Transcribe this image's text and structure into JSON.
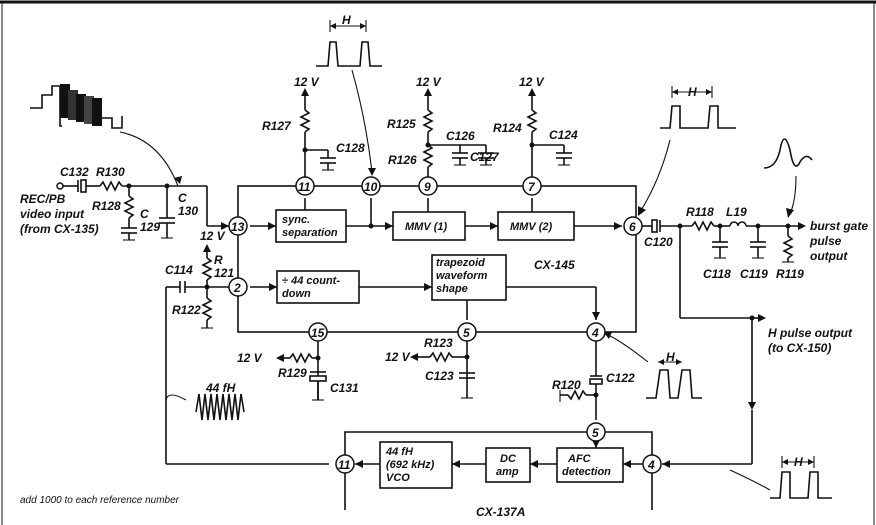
{
  "ics": {
    "cx145": "CX-145",
    "cx137a": "CX-137A"
  },
  "blocks": {
    "sync_separation": [
      "sync.",
      "separation"
    ],
    "mmv1": "MMV (1)",
    "mmv2": "MMV (2)",
    "countdown": [
      "÷ 44 count-",
      "down"
    ],
    "trapezoid": [
      "trapezoid",
      "waveform",
      "shape"
    ],
    "vco": [
      "44 fH",
      "(692 kHz)",
      "VCO"
    ],
    "dc_amp": [
      "DC",
      "amp"
    ],
    "afc": [
      "AFC",
      "detection"
    ]
  },
  "pins": {
    "p2": "2",
    "p4": "4",
    "p5": "5",
    "p6": "6",
    "p7": "7",
    "p9": "9",
    "p10": "10",
    "p11": "11",
    "p13": "13",
    "p15": "15",
    "b_p4": "4",
    "b_p5": "5",
    "b_p11": "11"
  },
  "components": {
    "r127": "R127",
    "c128": "C128",
    "r125": "R125",
    "r126": "R126",
    "c126": "C126",
    "c127": "C127",
    "r124": "R124",
    "c124": "C124",
    "c132": "C132",
    "r130": "R130",
    "r128": "R128",
    "c129_a": "C",
    "c129_b": "129",
    "c130_a": "C",
    "c130_b": "130",
    "r121_a": "R",
    "r121_b": "121",
    "c114": "C114",
    "r122": "R122",
    "c120": "C120",
    "r118": "R118",
    "l19": "L19",
    "c118": "C118",
    "c119": "C119",
    "r119": "R119",
    "r129": "R129",
    "c131": "C131",
    "r123": "R123",
    "c123": "C123",
    "r120": "R120",
    "c122": "C122"
  },
  "supplies": {
    "v127": "12 V",
    "v125": "12 V",
    "v124": "12 V",
    "v121": "12 V",
    "v129": "12 V",
    "v123": "12 V"
  },
  "labels": {
    "video_input": [
      "REC/PB",
      "video input",
      "(from CX-135)"
    ],
    "burst_gate": [
      "burst gate",
      "pulse",
      "output"
    ],
    "h_pulse_output": [
      "H pulse output",
      "(to CX-150)"
    ],
    "freq_44fh": "44 fH",
    "h_marker_1": "H",
    "h_marker_2": "H",
    "h_marker_3": "H",
    "h_marker_4": "H",
    "footnote": "add 1000 to each reference number"
  }
}
